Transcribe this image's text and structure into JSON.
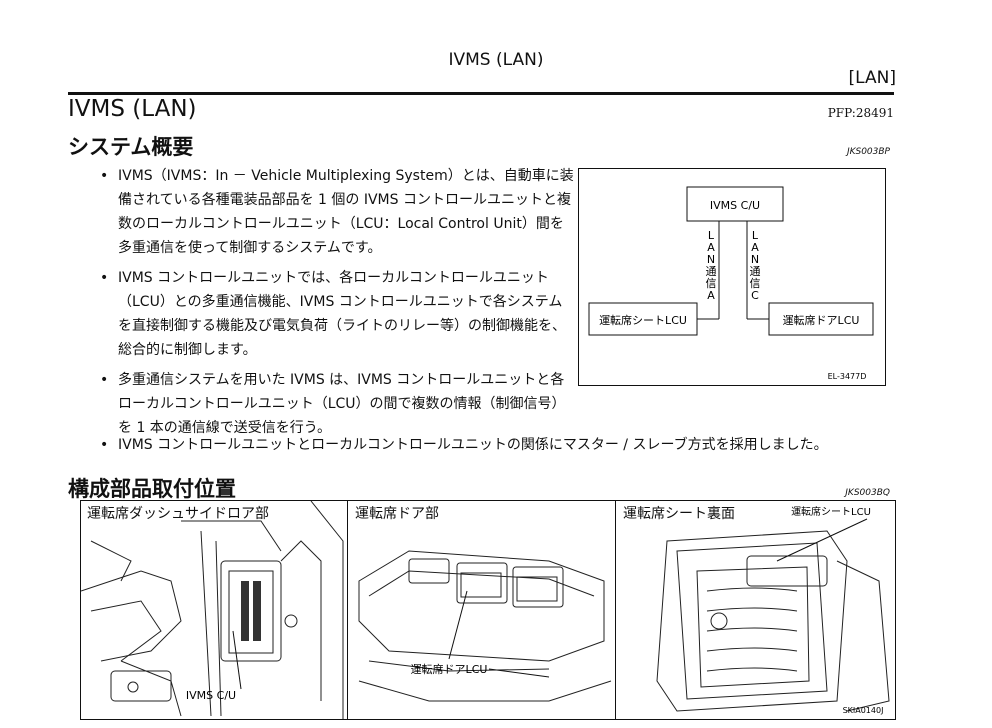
{
  "header": {
    "title": "IVMS (LAN)",
    "tag": "[LAN]"
  },
  "section": {
    "title": "IVMS (LAN)",
    "part_number": "PFP:28491"
  },
  "overview": {
    "heading": "システム概要",
    "code": "JKS003BP",
    "bullets": [
      "IVMS（IVMS：In － Vehicle Multiplexing System）とは、自動車に装備されている各種電装品部品を 1 個の IVMS コントロールユニットと複数のローカルコントロールユニット（LCU：Local Control Unit）間を多重通信を使って制御するシステムです。",
      "IVMS コントロールユニットでは、各ローカルコントロールユニット（LCU）との多重通信機能、IVMS コントロールユニットで各システムを直接制御する機能及び電気負荷（ライトのリレー等）の制御機能を、総合的に制御します。",
      "多重通信システムを用いた IVMS は、IVMS コントロールユニットと各ローカルコントロールユニット（LCU）の間で複数の情報（制御信号）を 1 本の通信線で送受信を行う。"
    ],
    "bullet_full": "IVMS コントロールユニットとローカルコントロールユニットの関係にマスター / スレーブ方式を採用しました。"
  },
  "diagram": {
    "cu": "IVMS C/U",
    "lan_a": [
      "L",
      "A",
      "N",
      "通",
      "信",
      "A"
    ],
    "lan_c": [
      "L",
      "A",
      "N",
      "通",
      "信",
      "C"
    ],
    "seat": "運転席シートLCU",
    "door": "運転席ドアLCU",
    "code": "EL-3477D"
  },
  "locations": {
    "heading": "構成部品取付位置",
    "code": "JKS003BQ",
    "panel1": {
      "title": "運転席ダッシュサイドロア部",
      "callout": "IVMS C/U"
    },
    "panel2": {
      "title": "運転席ドア部",
      "callout": "運転席ドアLCU"
    },
    "panel3": {
      "title": "運転席シート裏面",
      "callout": "運転席シートLCU",
      "code": "SKIA0140J"
    }
  }
}
